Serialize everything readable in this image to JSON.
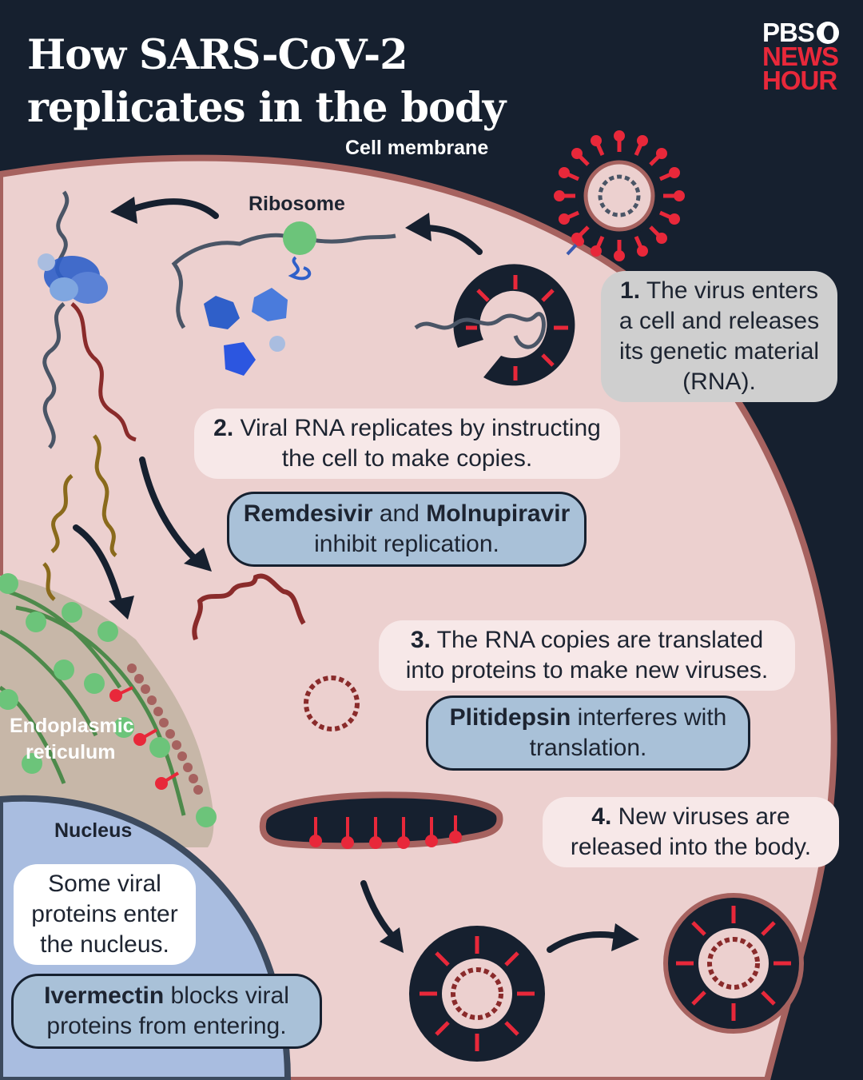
{
  "title": "How SARS-CoV-2 replicates in the body",
  "logo": {
    "line1": "PBS",
    "line2": "NEWS",
    "line3": "HOUR"
  },
  "labels": {
    "cell_membrane": "Cell membrane",
    "ribosome": "Ribosome",
    "er_line1": "Endoplasmic",
    "er_line2": "reticulum",
    "nucleus": "Nucleus"
  },
  "steps": {
    "s1": {
      "num": "1.",
      "text": "The virus enters a cell and releases its genetic material (RNA)."
    },
    "s2": {
      "num": "2.",
      "text": "Viral RNA replicates by instructing the cell to make copies."
    },
    "s3": {
      "num": "3.",
      "text": "The RNA copies are translated into proteins to make new viruses."
    },
    "s4": {
      "num": "4.",
      "text": "New viruses are released into the body."
    },
    "nucleus_note": "Some viral proteins enter the nucleus."
  },
  "drugs": {
    "d1": {
      "name1": "Remdesivir",
      "and": " and ",
      "name2": "Molnupiravir",
      "text": "inhibit replication."
    },
    "d2": {
      "name": "Plitidepsin",
      "text": " interferes with translation."
    },
    "d3": {
      "name": "Ivermectin",
      "text": " blocks viral proteins from entering."
    }
  },
  "colors": {
    "background": "#16202f",
    "cell": "#ecd0cf",
    "membrane": "#a6625f",
    "nucleus": "#a9bde0",
    "er": "#c7b7a8",
    "virus_spike": "#e8283a",
    "rna": "#8a2b2b",
    "rna_gray": "#4a5566",
    "rna_gold": "#8a6a1c",
    "ribosome": "#6cc47a",
    "protein_blue": "#2f5fc9",
    "drug_box": "#a9c1d8"
  }
}
